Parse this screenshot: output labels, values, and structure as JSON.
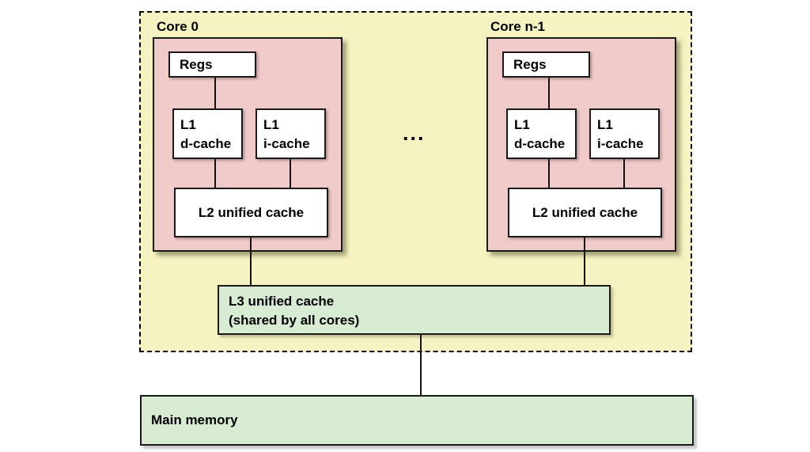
{
  "cores": [
    {
      "label": "Core 0",
      "regs_label": "Regs",
      "l1d": {
        "line1": "L1",
        "line2": "d-cache"
      },
      "l1i": {
        "line1": "L1",
        "line2": "i-cache"
      },
      "l2_label": "L2 unified cache"
    },
    {
      "label": "Core n-1",
      "regs_label": "Regs",
      "l1d": {
        "line1": "L1",
        "line2": "d-cache"
      },
      "l1i": {
        "line1": "L1",
        "line2": "i-cache"
      },
      "l2_label": "L2 unified cache"
    }
  ],
  "ellipsis": "...",
  "l3": {
    "line1": "L3 unified cache",
    "line2": "(shared by all cores)"
  },
  "main_memory_label": "Main memory",
  "colors": {
    "package_bg": "#f6f3c2",
    "core_bg": "#f1caca",
    "sram_box_bg": "#ffffff",
    "shared_cache_bg": "#d8ecd3",
    "border": "#1a1a1a"
  }
}
